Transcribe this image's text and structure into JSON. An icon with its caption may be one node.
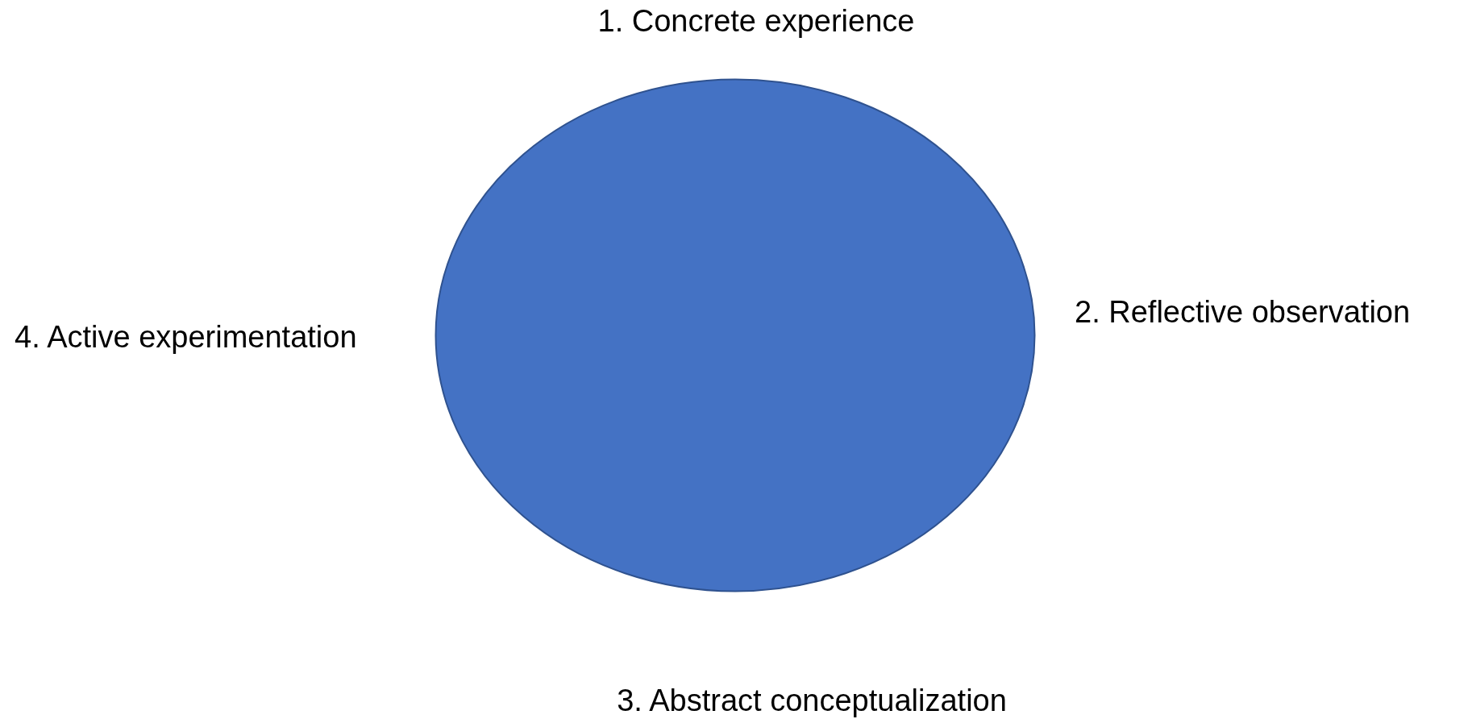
{
  "diagram": {
    "nodes": [
      {
        "text": [],
        "shape": "circle"
      }
    ],
    "labels": [
      "1. Concrete experience",
      "4. Active experimentation",
      "2. Reflective observation",
      "3. Abstract conceptualization"
    ]
  }
}
